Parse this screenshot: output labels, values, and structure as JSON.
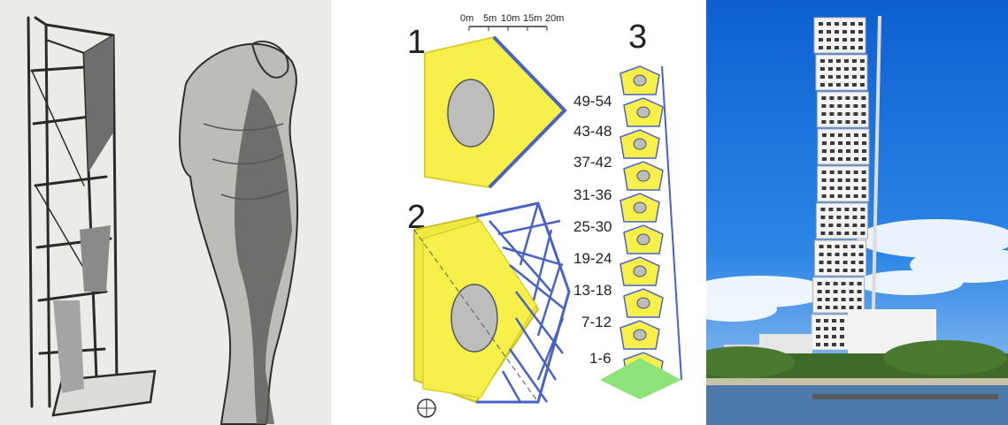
{
  "diagram": {
    "scale": [
      "0m",
      "5m",
      "10m",
      "15m",
      "20m"
    ],
    "steps": [
      "1",
      "2",
      "3"
    ],
    "floor_ranges": [
      "49-54",
      "43-48",
      "37-42",
      "31-36",
      "25-30",
      "19-24",
      "13-18",
      "7-12",
      "1-6"
    ]
  },
  "colors": {
    "sketch_paper": "#e9e9e6",
    "slab_yellow": "#f7f04a",
    "structure_blue": "#4a62c4",
    "core_grey": "#bdbdbd",
    "base_green": "#8ee27a",
    "sky_blue": "#1a6fd8"
  },
  "icons": [
    "north-arrow-icon"
  ]
}
